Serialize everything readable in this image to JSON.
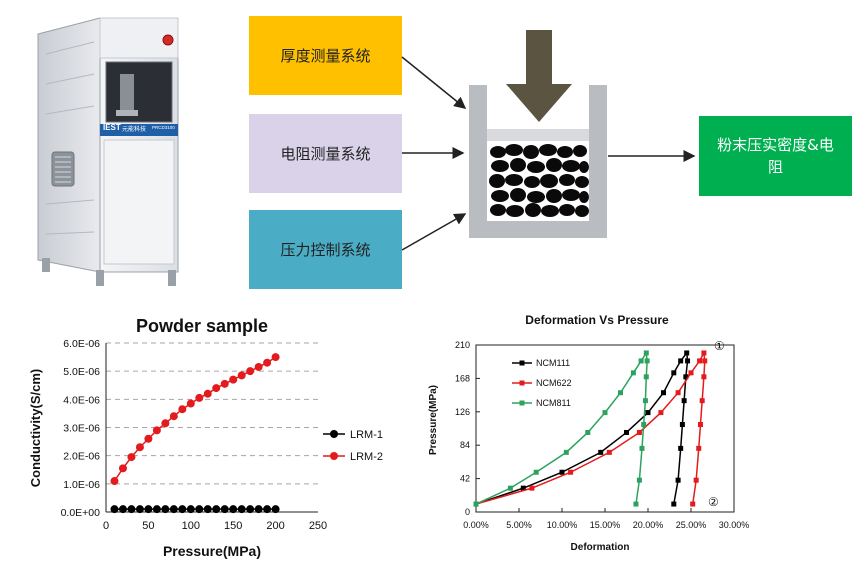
{
  "machine": {
    "brand": "IEST",
    "brand_cn": "元能科技",
    "model": "PRCD3100"
  },
  "systems": {
    "thickness": "厚度测量系统",
    "resistance": "电阻测量系统",
    "pressure": "压力控制系统",
    "output": "粉末压实密度&电阻",
    "colors": {
      "thickness": "#ffc000",
      "resistance": "#d9d2e9",
      "pressure": "#4bacc6",
      "output": "#00b050"
    }
  },
  "chart_data": [
    {
      "type": "scatter",
      "title": "Powder sample",
      "xlabel": "Pressure(MPa)",
      "ylabel": "Conductivity(S/cm)",
      "xlim": [
        0,
        250
      ],
      "ylim": [
        0,
        6e-06
      ],
      "xticks": [
        "0",
        "50",
        "100",
        "150",
        "200",
        "250"
      ],
      "yticks": [
        "0.0E+00",
        "1.0E-06",
        "2.0E-06",
        "3.0E-06",
        "4.0E-06",
        "5.0E-06",
        "6.0E-06"
      ],
      "grid": "horizontal dashed",
      "legend": "right",
      "series": [
        {
          "name": "LRM-1",
          "color": "#000000",
          "x": [
            10,
            20,
            30,
            40,
            50,
            60,
            70,
            80,
            90,
            100,
            110,
            120,
            130,
            140,
            150,
            160,
            170,
            180,
            190,
            200
          ],
          "y": [
            1e-07,
            1e-07,
            1e-07,
            1e-07,
            1e-07,
            1e-07,
            1e-07,
            1e-07,
            1e-07,
            1e-07,
            1e-07,
            1e-07,
            1e-07,
            1e-07,
            1e-07,
            1e-07,
            1e-07,
            1e-07,
            1e-07,
            1e-07
          ]
        },
        {
          "name": "LRM-2",
          "color": "#e41a1c",
          "x": [
            10,
            20,
            30,
            40,
            50,
            60,
            70,
            80,
            90,
            100,
            110,
            120,
            130,
            140,
            150,
            160,
            170,
            180,
            190,
            200
          ],
          "y": [
            1.1e-06,
            1.55e-06,
            1.95e-06,
            2.3e-06,
            2.6e-06,
            2.9e-06,
            3.15e-06,
            3.4e-06,
            3.65e-06,
            3.85e-06,
            4.05e-06,
            4.2e-06,
            4.4e-06,
            4.55e-06,
            4.7e-06,
            4.85e-06,
            5e-06,
            5.15e-06,
            5.3e-06,
            5.5e-06
          ]
        }
      ]
    },
    {
      "type": "line",
      "title": "Deformation Vs Pressure",
      "xlabel": "Deformation",
      "ylabel": "Pressure(MPa)",
      "xlim": [
        0,
        30
      ],
      "ylim": [
        0,
        210
      ],
      "xticks": [
        "0.00%",
        "5.00%",
        "10.00%",
        "15.00%",
        "20.00%",
        "25.00%",
        "30.00%"
      ],
      "yticks": [
        "0",
        "42",
        "84",
        "126",
        "168",
        "210"
      ],
      "legend": "top-left",
      "annotations": [
        "①",
        "②"
      ],
      "series": [
        {
          "name": "NCM111",
          "color": "#000000",
          "x": [
            0,
            5.5,
            10,
            14.5,
            17.5,
            20,
            21.8,
            23,
            23.8,
            24.5,
            24.6,
            24.4,
            24.2,
            24,
            23.8,
            23.5,
            23
          ],
          "y": [
            10,
            30,
            50,
            75,
            100,
            125,
            150,
            175,
            190,
            200,
            190,
            170,
            140,
            110,
            80,
            40,
            10
          ]
        },
        {
          "name": "NCM622",
          "color": "#e41a1c",
          "x": [
            0,
            6.5,
            11,
            15.5,
            19,
            21.5,
            23.5,
            25,
            26,
            26.5,
            26.6,
            26.5,
            26.3,
            26.1,
            25.9,
            25.6,
            25.2
          ],
          "y": [
            10,
            30,
            50,
            75,
            100,
            125,
            150,
            175,
            190,
            200,
            190,
            170,
            140,
            110,
            80,
            40,
            10
          ]
        },
        {
          "name": "NCM811",
          "color": "#2ca25f",
          "x": [
            0,
            4,
            7,
            10.5,
            13,
            15,
            16.8,
            18.3,
            19.2,
            19.8,
            19.9,
            19.8,
            19.7,
            19.5,
            19.3,
            19.0,
            18.6
          ],
          "y": [
            10,
            30,
            50,
            75,
            100,
            125,
            150,
            175,
            190,
            200,
            190,
            170,
            140,
            110,
            80,
            40,
            10
          ]
        }
      ]
    }
  ]
}
